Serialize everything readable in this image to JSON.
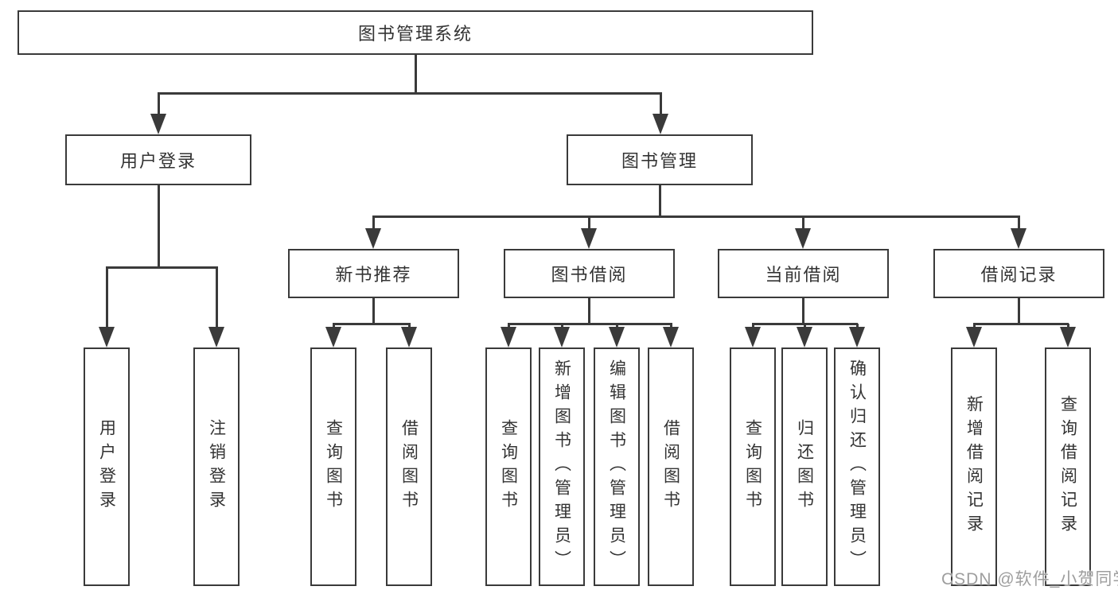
{
  "diagram": {
    "type": "hierarchy-tree"
  },
  "tree": {
    "label": "图书管理系统",
    "children": [
      {
        "label": "用户登录",
        "children": [
          {
            "label": "用户登录"
          },
          {
            "label": "注销登录"
          }
        ]
      },
      {
        "label": "图书管理",
        "children": [
          {
            "label": "新书推荐",
            "children": [
              {
                "label": "查询图书"
              },
              {
                "label": "借阅图书"
              }
            ]
          },
          {
            "label": "图书借阅",
            "children": [
              {
                "label": "查询图书"
              },
              {
                "label": "新增图书（管理员）"
              },
              {
                "label": "编辑图书（管理员）"
              },
              {
                "label": "借阅图书"
              }
            ]
          },
          {
            "label": "当前借阅",
            "children": [
              {
                "label": "查询图书"
              },
              {
                "label": "归还图书"
              },
              {
                "label": "确认归还（管理员）"
              }
            ]
          },
          {
            "label": "借阅记录",
            "children": [
              {
                "label": "新增借阅记录"
              },
              {
                "label": "查询借阅记录"
              }
            ]
          }
        ]
      }
    ]
  },
  "watermark": {
    "text": "CSDN @软件_小贺同学"
  },
  "colors": {
    "line": "#3a3a3a",
    "box_border": "#3a3a3a",
    "box_fill": "#ffffff",
    "text": "#333333",
    "watermark": "#9e9e9e",
    "background": "#ffffff"
  }
}
